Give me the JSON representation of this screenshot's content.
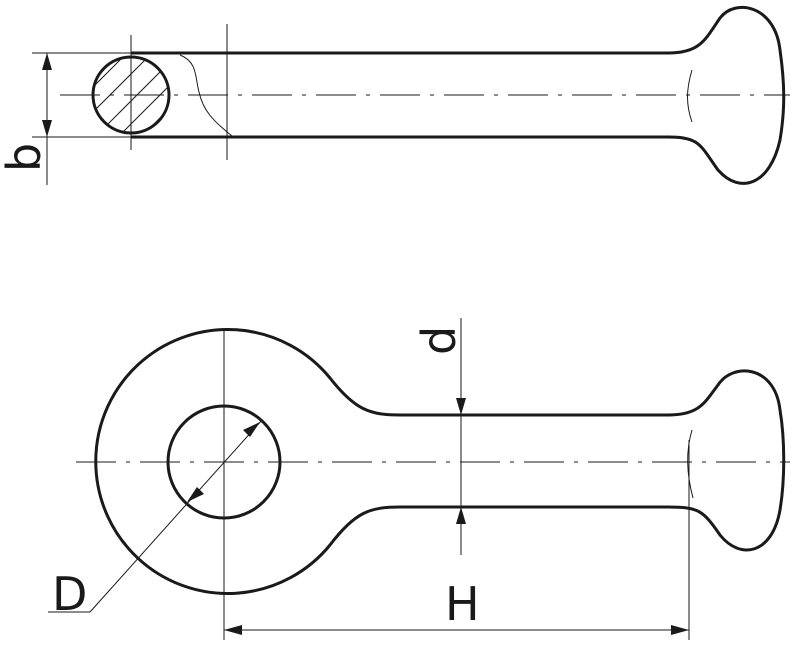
{
  "dimensions": {
    "b": "b",
    "d": "d",
    "D": "D",
    "H": "H"
  },
  "colors": {
    "line": "#1a1a1a",
    "background": "#ffffff"
  }
}
